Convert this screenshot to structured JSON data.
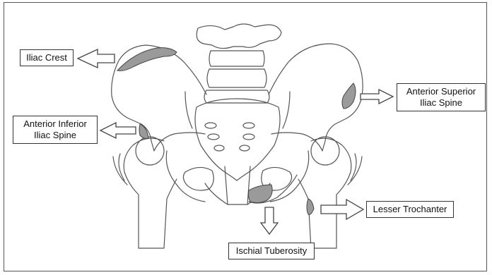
{
  "labels": {
    "iliac_crest": "Iliac Crest",
    "asis_line1": "Anterior Superior",
    "asis_line2": "Iliac Spine",
    "aiis_line1": "Anterior Inferior",
    "aiis_line2": "Iliac Spine",
    "lesser_trochanter": "Lesser Trochanter",
    "ischial_tuberosity": "Ischial Tuberosity"
  },
  "colors": {
    "outline": "#555555",
    "highlight": "#9a9a9a",
    "background": "#ffffff"
  }
}
